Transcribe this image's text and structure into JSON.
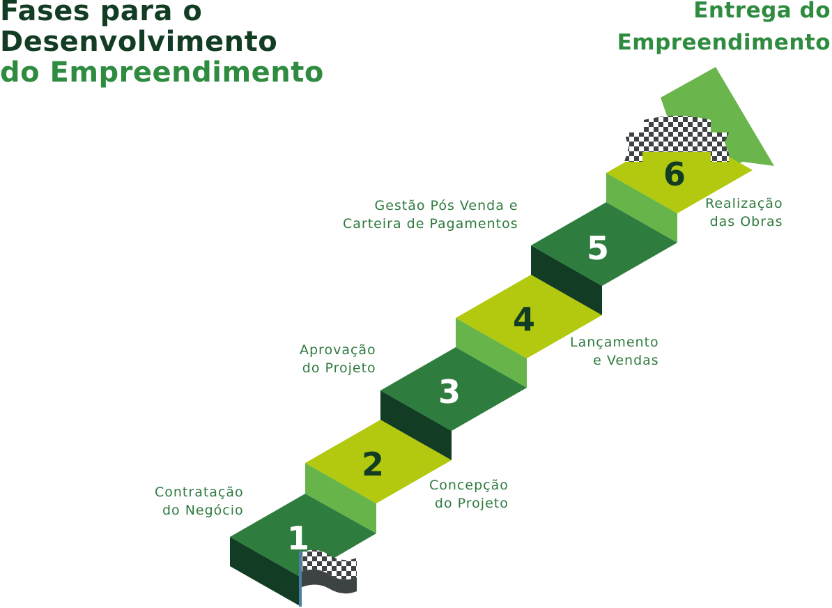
{
  "title": {
    "line1": "Fases para o",
    "line2": "Desenvolvimento",
    "line3": "do Empreendimento"
  },
  "finish": {
    "line1": "Entrega do",
    "line2": "Empreendimento"
  },
  "steps": [
    {
      "number": "1",
      "label_line1": "Contratação",
      "label_line2": "do Negócio"
    },
    {
      "number": "2",
      "label_line1": "Concepção",
      "label_line2": "do Projeto"
    },
    {
      "number": "3",
      "label_line1": "Aprovação",
      "label_line2": "do Projeto"
    },
    {
      "number": "4",
      "label_line1": "Lançamento",
      "label_line2": "e Vendas"
    },
    {
      "number": "5",
      "label_line1": "Gestão Pós Venda e",
      "label_line2": "Carteira de Pagamentos"
    },
    {
      "number": "6",
      "label_line1": "Realização",
      "label_line2": "das Obras"
    }
  ],
  "colors": {
    "dark_green": "#2e7d3e",
    "darker_green": "#123d24",
    "lime": "#b2c90f",
    "mid_green": "#66b44a",
    "arrow_green": "#6ab54c",
    "flag": "#3d4245"
  },
  "icons": [
    "start-flag-icon",
    "finish-banner-icon",
    "arrow-icon"
  ]
}
